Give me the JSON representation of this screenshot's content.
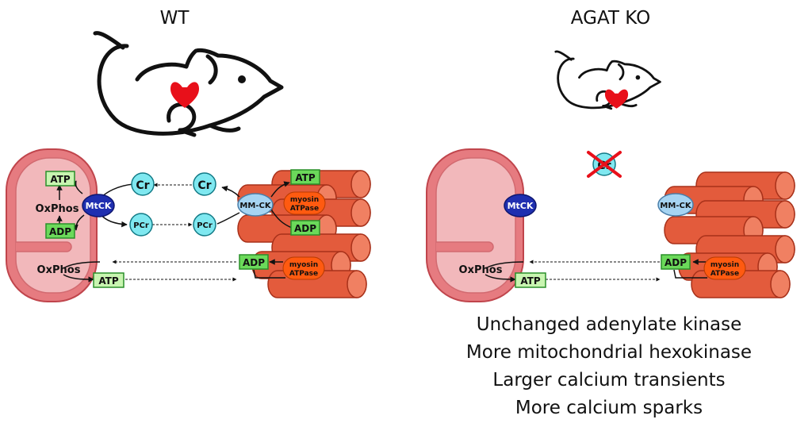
{
  "panels": {
    "wt": {
      "title": "WT"
    },
    "ko": {
      "title": "AGAT KO"
    }
  },
  "labels": {
    "atp": "ATP",
    "adp": "ADP",
    "oxphos": "OxPhos",
    "mtck": "MtCK",
    "mmck": "MM-CK",
    "cr": "Cr",
    "pcr": "PCr",
    "myosin_line1": "myosin",
    "myosin_line2": "ATPase"
  },
  "ko_notes": [
    "Unchanged adenylate kinase",
    "More mitochondrial hexokinase",
    "Larger calcium transients",
    "More calcium sparks"
  ],
  "colors": {
    "mito_outer": "#e67b80",
    "mito_inner": "#f2b8bb",
    "mito_stroke": "#c0454c",
    "muscle": "#e35b3c",
    "muscle_end": "#f08062",
    "muscle_stroke": "#a8311a",
    "myosin": "#ff5a10",
    "nucleotide_box": "#6bd95a",
    "atp_light": "#c8f5b0",
    "creatine": "#7fe8f0",
    "mtck": "#1f2fb0",
    "mmck": "#a6d4f2",
    "heart": "#e8101a",
    "cross": "#e8101a"
  }
}
